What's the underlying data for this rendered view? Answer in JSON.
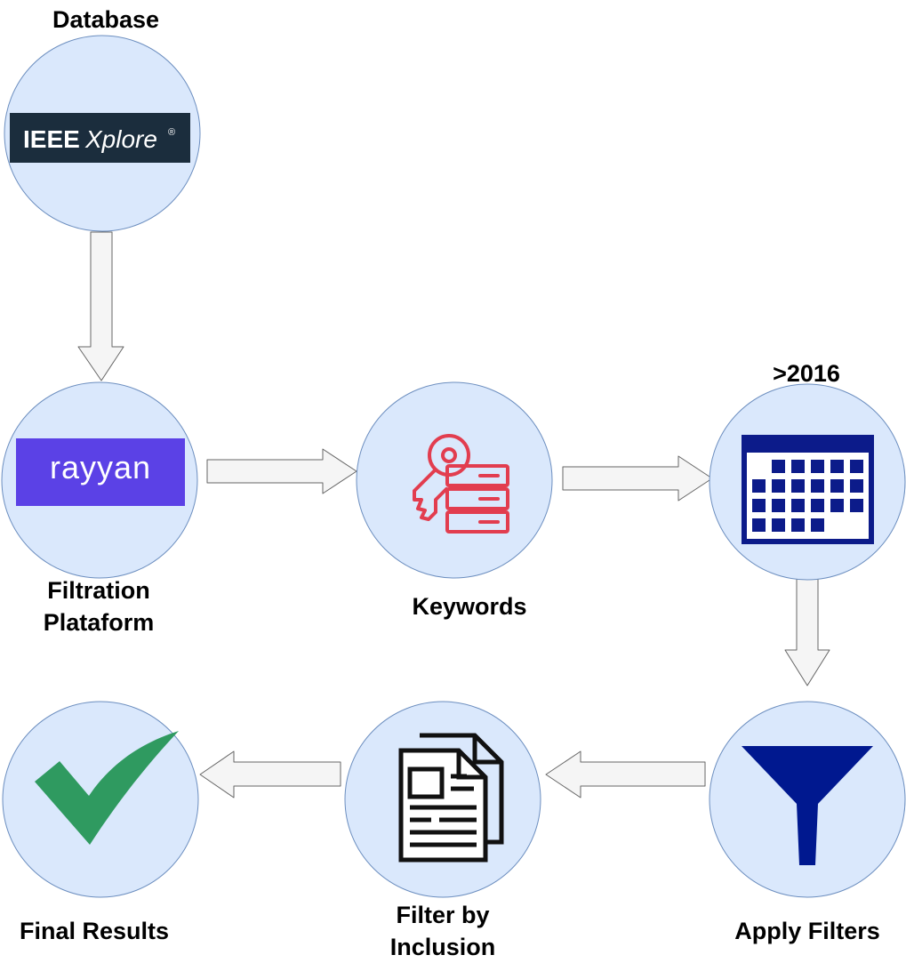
{
  "nodes": {
    "database": {
      "label": "Database",
      "logo_text_a": "IEEE",
      "logo_text_b": "Xplore",
      "logo_mark": "®",
      "icon": "ieee-xplore-logo"
    },
    "filtration": {
      "label_line1": "Filtration",
      "label_line2": "Plataform",
      "logo_text": "rayyan",
      "icon": "rayyan-logo"
    },
    "keywords": {
      "label": "Keywords",
      "icon": "key-database-icon"
    },
    "date": {
      "label": ">2016",
      "icon": "calendar-icon"
    },
    "apply": {
      "label": "Apply Filters",
      "icon": "funnel-icon"
    },
    "inclusion": {
      "label_line1": "Filter by",
      "label_line2": "Inclusion",
      "icon": "documents-icon"
    },
    "final": {
      "label": "Final Results",
      "icon": "checkmark-icon"
    }
  },
  "colors": {
    "circle_fill": "#dae8fc",
    "circle_stroke": "#6c8ebf",
    "arrow_fill": "#f5f5f5",
    "arrow_stroke": "#666666",
    "ieee_bg": "#1b2d3d",
    "rayyan_bg": "#5b41e6",
    "key_red": "#e23d4f",
    "calendar_navy": "#0c1b8a",
    "funnel_navy": "#00188f",
    "check_green": "#2f9a60"
  }
}
